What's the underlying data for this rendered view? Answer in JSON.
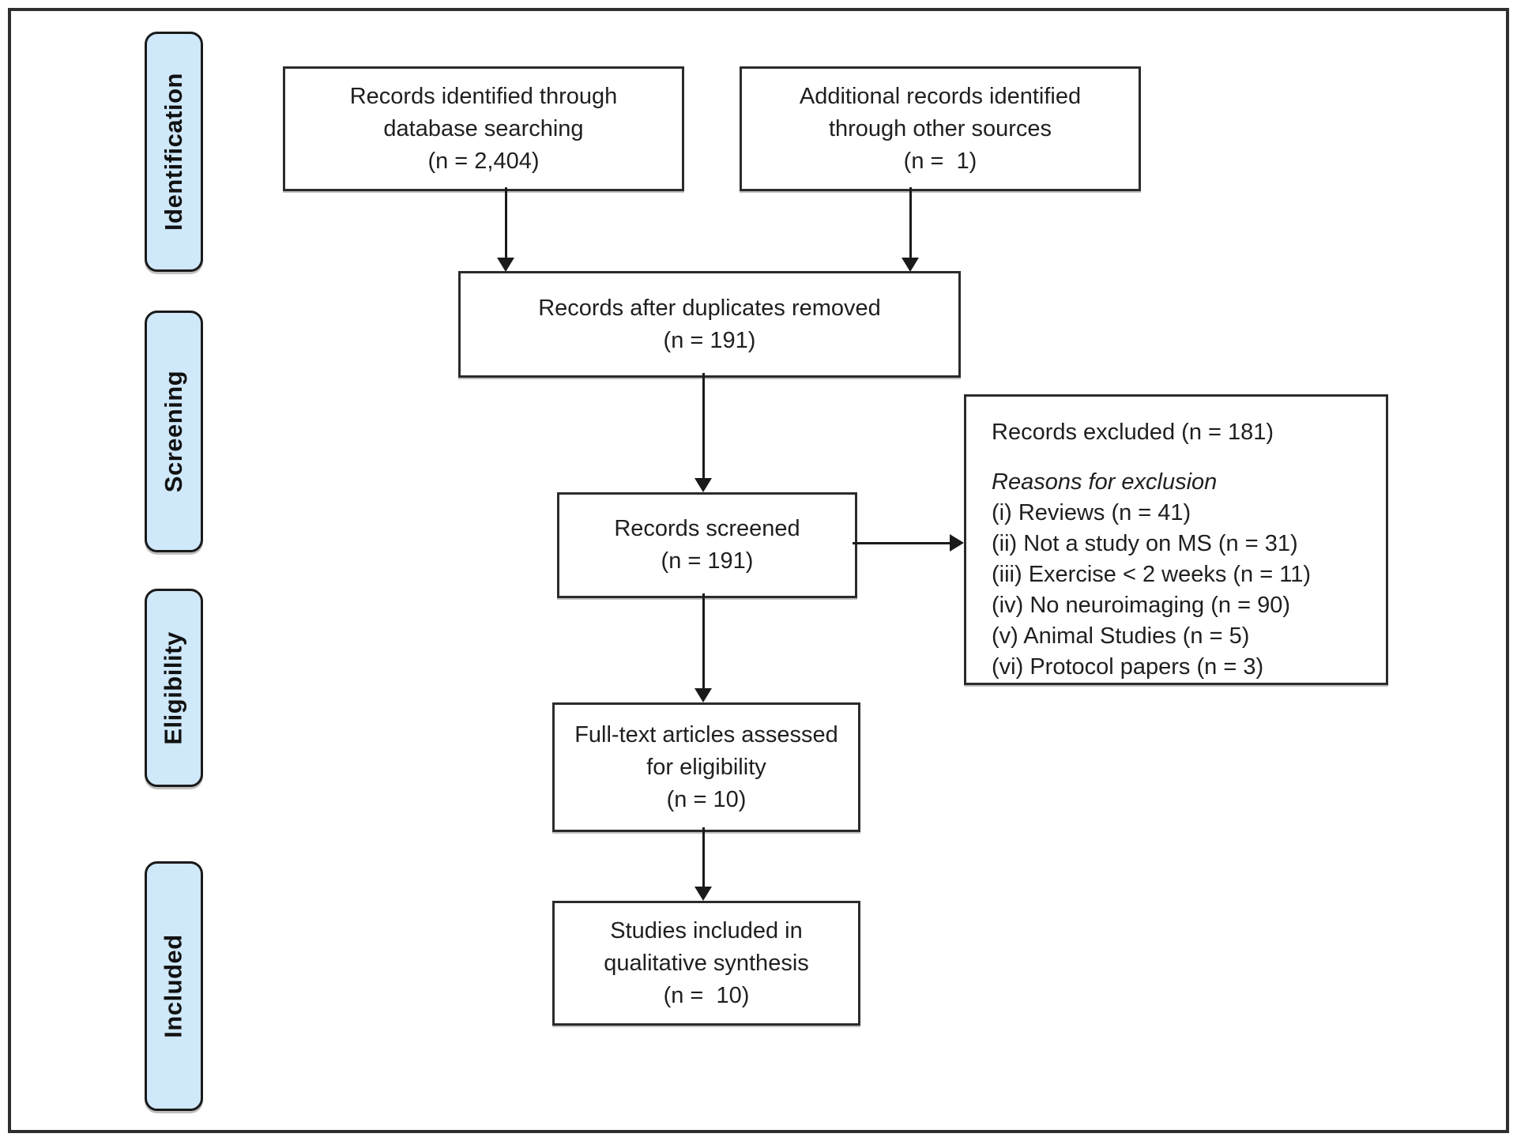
{
  "figure": {
    "type": "prisma-flow-diagram",
    "colors": {
      "stage_fill": "#cfe8fa",
      "stage_border": "#1a1a1a",
      "box_border": "#2b2b2b",
      "arrow": "#1a1a1a",
      "text": "#1f1f1f",
      "background": "#ffffff"
    },
    "stages": {
      "identification": "Identification",
      "screening": "Screening",
      "eligibility": "Eligibility",
      "included": "Included"
    },
    "boxes": {
      "identified": {
        "lines": [
          "Records identified through",
          "database searching",
          "(n = 2,404)"
        ]
      },
      "additional": {
        "lines": [
          "Additional records identified",
          "through other sources",
          "(n =  1)"
        ]
      },
      "dedup": {
        "lines": [
          "Records after duplicates removed",
          "(n = 191)"
        ]
      },
      "screened": {
        "lines": [
          "Records screened",
          "(n = 191)"
        ]
      },
      "excluded": {
        "heading": "Records excluded (n = 181)",
        "subheading": "Reasons for exclusion",
        "reasons": [
          "(i) Reviews (n = 41)",
          "(ii) Not a study on MS (n = 31)",
          "(iii) Exercise < 2 weeks (n = 11)",
          "(iv) No neuroimaging (n = 90)",
          "(v) Animal Studies (n = 5)",
          "(vi) Protocol papers (n = 3)"
        ]
      },
      "fulltext": {
        "lines": [
          "Full-text articles assessed",
          "for eligibility",
          "(n = 10)"
        ]
      },
      "included_studies": {
        "lines": [
          "Studies included in",
          "qualitative synthesis",
          "(n =  10)"
        ]
      }
    }
  }
}
